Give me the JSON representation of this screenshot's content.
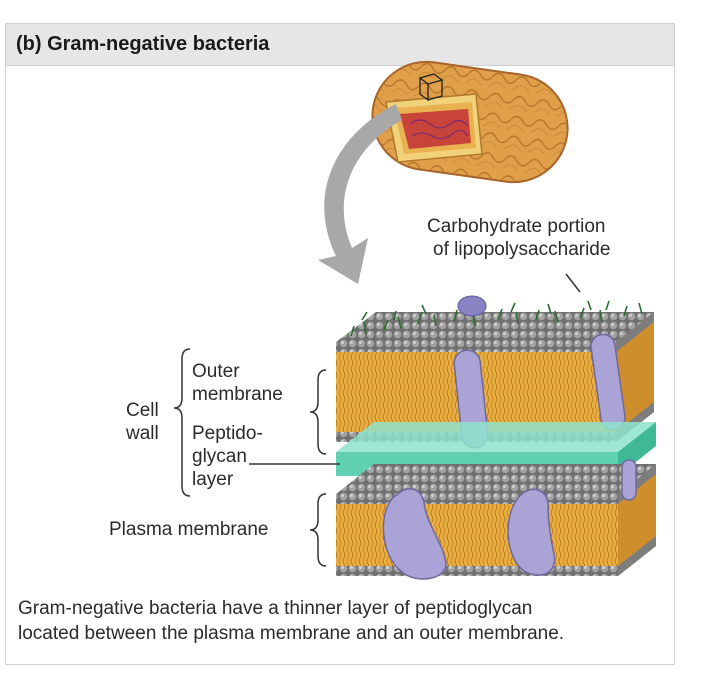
{
  "header": {
    "title": "(b) Gram-negative bacteria"
  },
  "labels": {
    "carbohydrate_line1": "Carbohydrate portion",
    "carbohydrate_line2": "of lipopolysaccharide",
    "outer_line1": "Outer",
    "outer_line2": "membrane",
    "cell_line1": "Cell",
    "cell_line2": "wall",
    "peptido_line1": "Peptido-",
    "peptido_line2": "glycan",
    "peptido_line3": "layer",
    "plasma": "Plasma membrane"
  },
  "caption": {
    "line1": "Gram-negative bacteria have a thinner layer of peptidoglycan",
    "line2": "located between the plasma membrane and an outer membrane."
  },
  "colors": {
    "header_bg": "#e6e6e6",
    "bacterium": "#e3a24a",
    "cytoplasm": "#c8443a",
    "lipid_tails": "#e8a936",
    "phospholipid_heads": "#8a8a8a",
    "peptidoglycan": "#5fd0b0",
    "proteins": "#a9a3d6",
    "carbohydrate": "#2e6b2e",
    "arrow": "#a8a8a8"
  }
}
